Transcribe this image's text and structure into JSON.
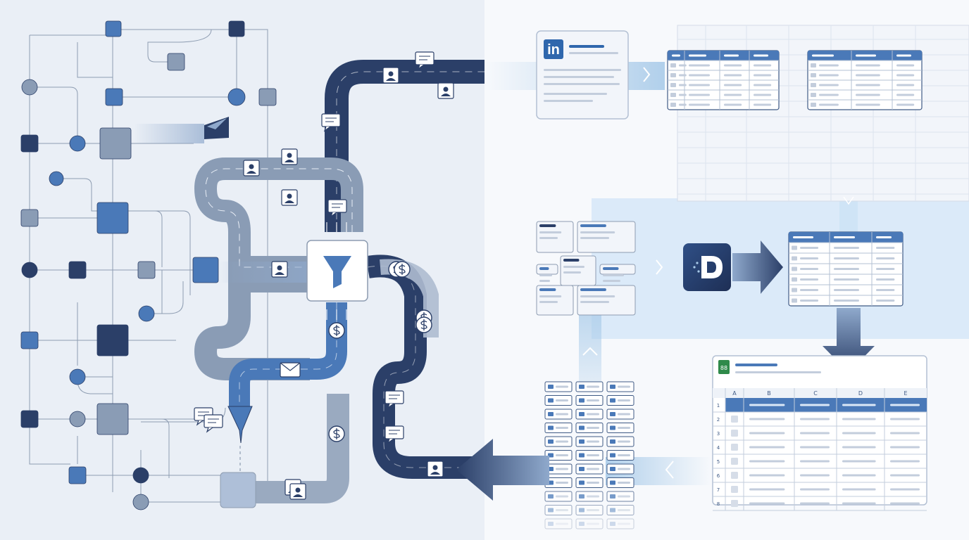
{
  "colors": {
    "left_bg": "#eaeff6",
    "right_bg": "#f7f9fc",
    "navy": "#2b3f68",
    "blue": "#4a79b8",
    "steel": "#8a9cb5",
    "light_blue": "#a9cbe9",
    "line": "#8d9cb1"
  },
  "icons": {
    "linkedin": "linkedin-logo-icon",
    "funnel": "funnel-icon",
    "app": "d-app-logo-icon",
    "sheets": "spreadsheet-logo-icon"
  },
  "linkedin_card": {
    "logo_text": "in"
  },
  "sheet": {
    "column_letters": [
      "A",
      "B",
      "C",
      "D",
      "E"
    ],
    "row_numbers": [
      "1",
      "2",
      "3",
      "4",
      "5",
      "6",
      "7",
      "8"
    ]
  }
}
